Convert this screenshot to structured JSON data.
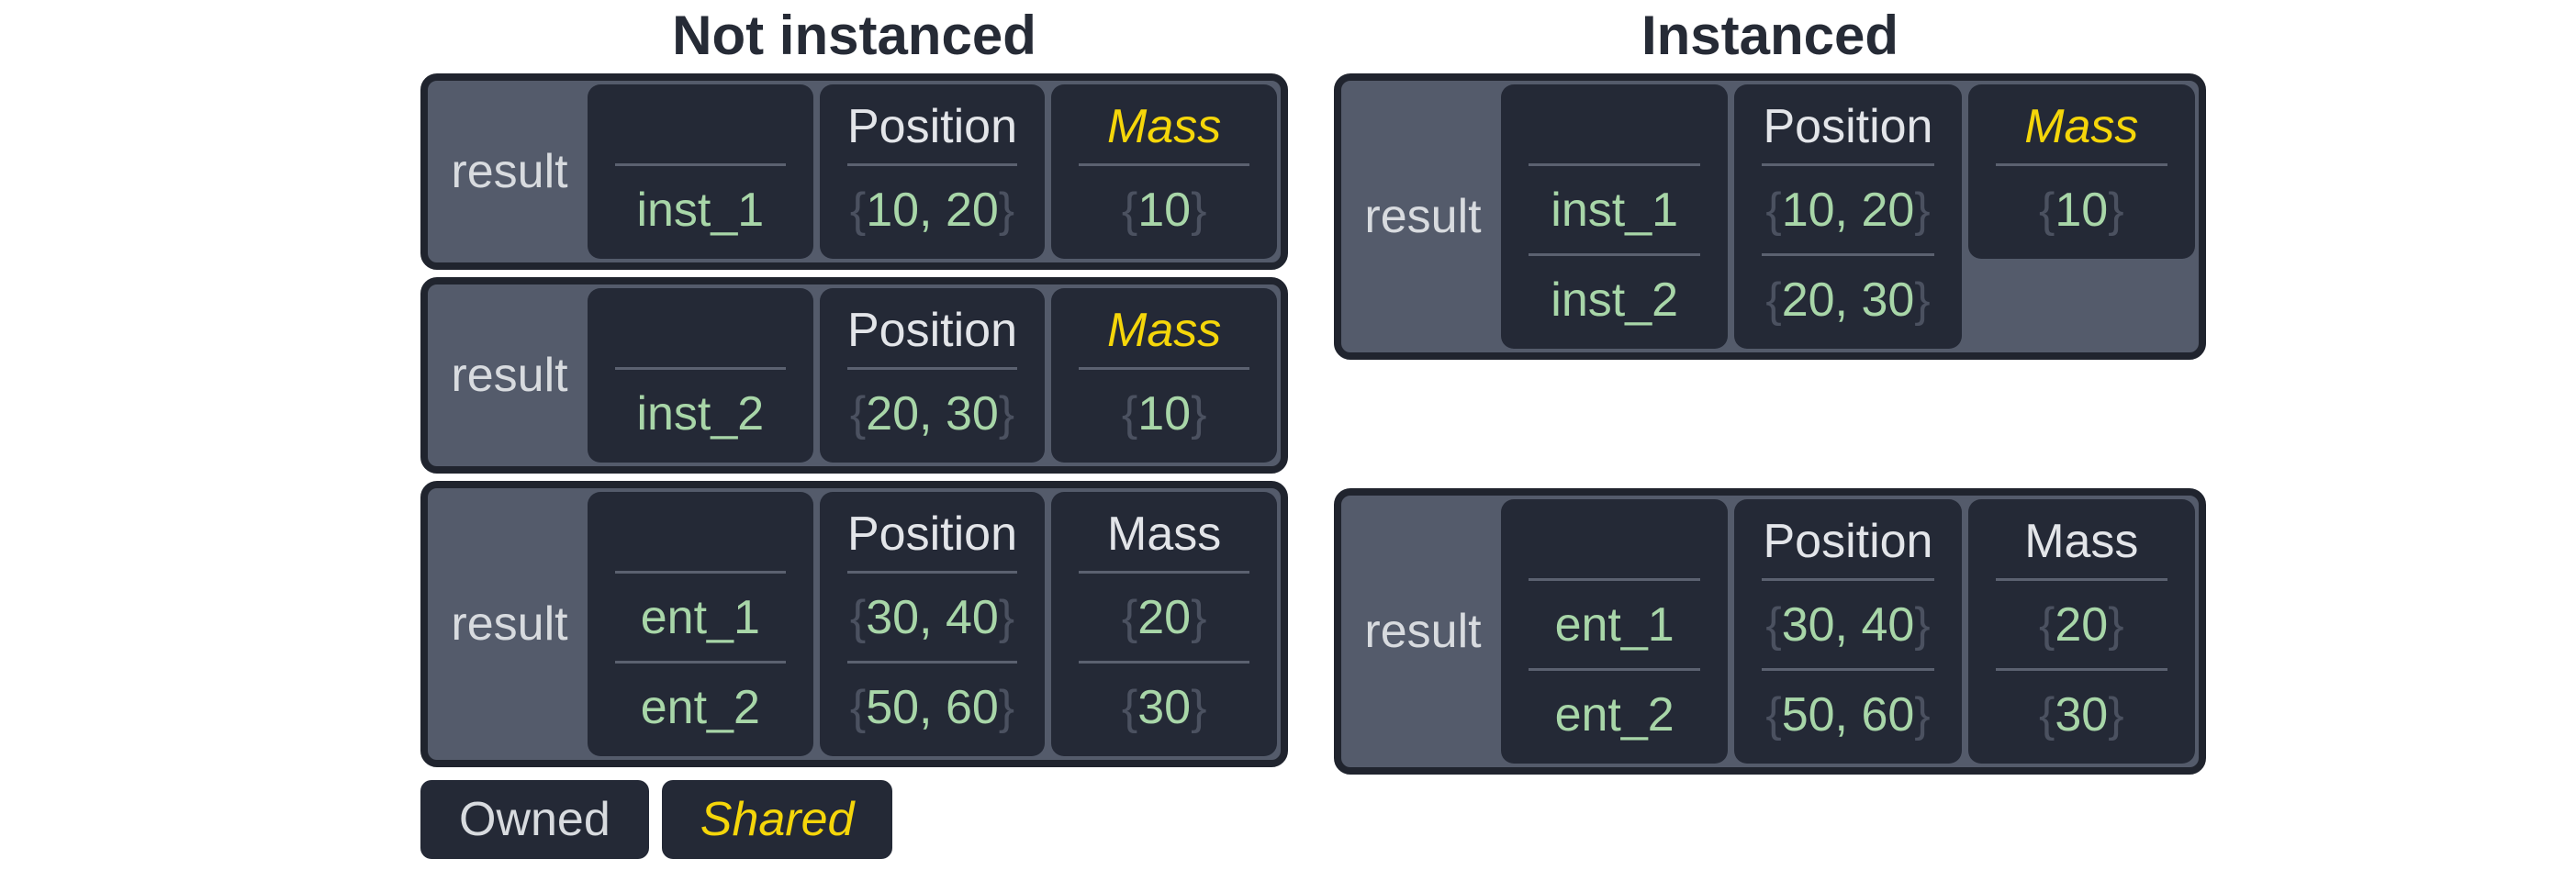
{
  "titles": {
    "not_instanced": "Not instanced",
    "instanced": "Instanced"
  },
  "headers": {
    "blank": "",
    "position": "Position",
    "mass": "Mass"
  },
  "syntax": {
    "open": "{",
    "close": "}"
  },
  "boxes": {
    "left1": {
      "label": "result",
      "entity": "inst_1",
      "position": "10, 20",
      "mass": "10"
    },
    "left2": {
      "label": "result",
      "entity": "inst_2",
      "position": "20, 30",
      "mass": "10"
    },
    "left3": {
      "label": "result",
      "rows": [
        {
          "entity": "ent_1",
          "position": "30, 40",
          "mass": "20"
        },
        {
          "entity": "ent_2",
          "position": "50, 60",
          "mass": "30"
        }
      ]
    },
    "right1": {
      "label": "result",
      "rows": [
        {
          "entity": "inst_1",
          "position": "10, 20"
        },
        {
          "entity": "inst_2",
          "position": "20, 30"
        }
      ],
      "mass": "10"
    },
    "right2": {
      "label": "result",
      "rows": [
        {
          "entity": "ent_1",
          "position": "30, 40",
          "mass": "20"
        },
        {
          "entity": "ent_2",
          "position": "50, 60",
          "mass": "30"
        }
      ]
    }
  },
  "legend": {
    "owned": "Owned",
    "shared": "Shared"
  },
  "colors": {
    "accent_yellow": "#f5d60a",
    "value_green": "#a8d6a8",
    "brace_gray": "#4b5160",
    "panel_slate": "#545b6b",
    "cell_dark": "#242936",
    "border_dark": "#20242e",
    "title_dark": "#262b36",
    "label_light": "#d8dbdf",
    "header_light": "#e3e5e9",
    "divider_gray": "#5b6170",
    "page_bg": "#ffffff"
  }
}
